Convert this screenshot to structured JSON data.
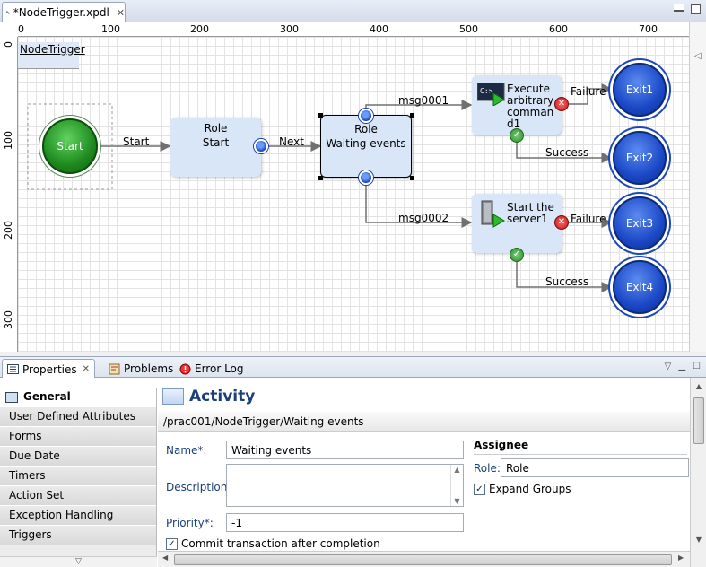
{
  "editor": {
    "tab_title": "*NodeTrigger.xpdl",
    "ruler_h": [
      "0",
      "100",
      "200",
      "300",
      "400",
      "500",
      "600",
      "700"
    ],
    "ruler_v": [
      "0",
      "100",
      "200",
      "300"
    ],
    "pool_label": "NodeTrigger",
    "nodes": {
      "start": "Start",
      "role_start_title": "Role",
      "role_start_name": "Start",
      "waiting_title": "Role",
      "waiting_name": "Waiting events",
      "exec_cmd": "Execute arbitrary command1",
      "start_server": "Start the server1",
      "exit1": "Exit1",
      "exit2": "Exit2",
      "exit3": "Exit3",
      "exit4": "Exit4"
    },
    "edges": {
      "start_to_role": "Start",
      "role_to_wait": "Next",
      "msg1": "msg0001",
      "msg2": "msg0002",
      "fail1": "Failure",
      "succ1": "Success",
      "fail2": "Failure",
      "succ2": "Success"
    },
    "colors": {
      "start": "#1e8a1e",
      "exit": "#1b48c6",
      "node_fill": "#d8e6f8",
      "edge": "#707070"
    }
  },
  "views": {
    "tabs": [
      {
        "label": "Properties",
        "icon": "properties-icon"
      },
      {
        "label": "Problems",
        "icon": "problems-icon"
      },
      {
        "label": "Error Log",
        "icon": "error-log-icon"
      }
    ]
  },
  "properties": {
    "categories": [
      "General",
      "User Defined Attributes",
      "Forms",
      "Due Date",
      "Timers",
      "Action Set",
      "Exception Handling",
      "Triggers"
    ],
    "header_title": "Activity",
    "path": "/prac001/NodeTrigger/Waiting events",
    "fields": {
      "name_label": "Name*:",
      "name_value": "Waiting events",
      "desc_label": "Description:",
      "priority_label": "Priority*:",
      "priority_value": "-1",
      "commit_label": "Commit transaction after completion"
    },
    "assignee": {
      "title": "Assignee",
      "role_label": "Role:",
      "role_value": "Role",
      "expand_label": "Expand Groups"
    }
  }
}
